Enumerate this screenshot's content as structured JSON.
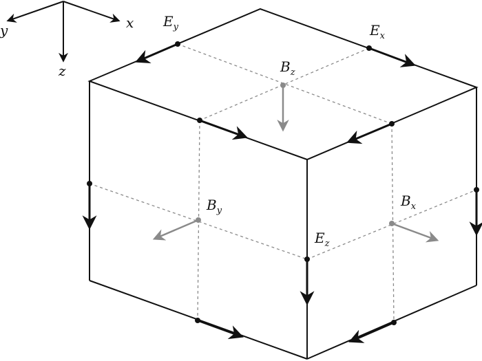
{
  "axes": {
    "x": "x",
    "y": "y",
    "z": "z"
  },
  "labels": {
    "ey": {
      "main": "E",
      "sub": "y"
    },
    "ex": {
      "main": "E",
      "sub": "x"
    },
    "bz": {
      "main": "B",
      "sub": "z"
    },
    "by": {
      "main": "B",
      "sub": "y"
    },
    "bx": {
      "main": "B",
      "sub": "x"
    },
    "ez": {
      "main": "E",
      "sub": "z"
    }
  },
  "colors": {
    "edge": "#111111",
    "field": "#8a8a8a",
    "guide": "#8a8a8a"
  }
}
